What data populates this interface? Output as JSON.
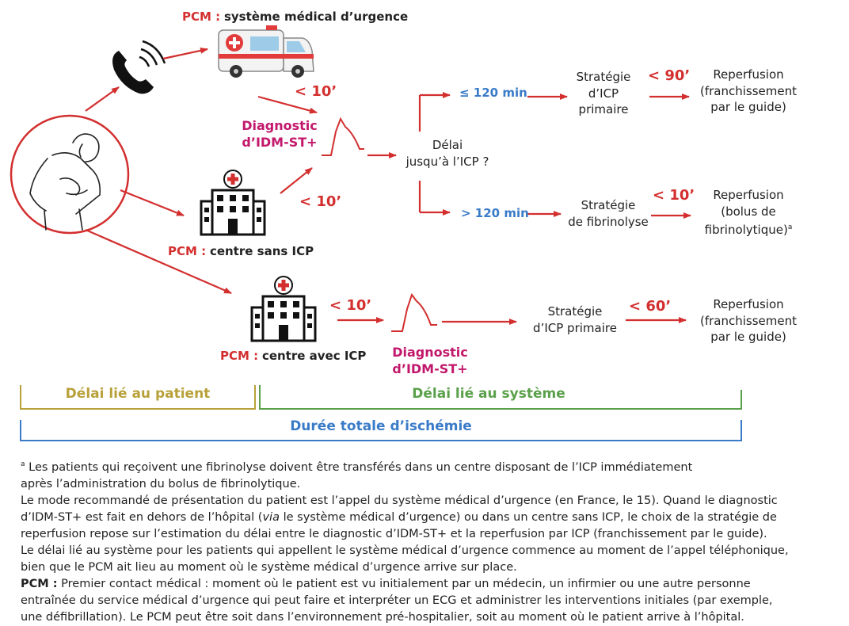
{
  "colors": {
    "red": "#d32f2f",
    "magenta": "#c2186b",
    "blue": "#3a7bc8",
    "olive": "#b8a13a",
    "green": "#5aa04a"
  },
  "pcm_labels": {
    "ems": {
      "prefix": "PCM :",
      "text": "système médical d’urgence"
    },
    "non_pci": {
      "prefix": "PCM :",
      "text": "centre sans ICP"
    },
    "pci": {
      "prefix": "PCM :",
      "text": "centre avec ICP"
    }
  },
  "diagnostic": {
    "line1": "Diagnostic",
    "line2": "d’IDM-ST+"
  },
  "delays": {
    "ems_to_diag": "< 10’",
    "nonpci_to_diag": "< 10’",
    "pci_to_diag": "< 10’",
    "icp_primary": "< 90’",
    "fibrinolysis": "< 10’",
    "pci_center_icp": "< 60’"
  },
  "decision": {
    "line1": "Délai",
    "line2": "jusqu’à l’ICP ?"
  },
  "branches": {
    "le120": "≤ 120 min",
    "gt120": "> 120 min"
  },
  "strategies": {
    "icp_primary": {
      "line1": "Stratégie",
      "line2": "d’ICP",
      "line3": "primaire"
    },
    "fibrinolysis": {
      "line1": "Stratégie",
      "line2": "de fibrinolyse"
    },
    "icp_primary_pci": {
      "line1": "Stratégie",
      "line2": "d’ICP primaire"
    }
  },
  "reperfusion": {
    "guide_top": {
      "line1": "Reperfusion",
      "line2": "(franchissement",
      "line3": "par le guide)"
    },
    "bolus": {
      "line1": "Reperfusion",
      "line2": "(bolus de",
      "line3": "fibrinolytique)",
      "sup": "a"
    },
    "guide_bottom": {
      "line1": "Reperfusion",
      "line2": "(franchissement",
      "line3": "par le guide)"
    }
  },
  "timeline": {
    "patient": "Délai lié au patient",
    "system": "Délai lié au système",
    "total": "Durée totale d’ischémie"
  },
  "footnotes": {
    "a_marker": "a",
    "a_text": " Les patients qui reçoivent une fibrinolyse doivent être transférés dans un centre disposant de l’ICP immédiatement",
    "a_text2": "après l’administration du bolus de fibrinolytique.",
    "p2a": "Le mode recommandé de présentation du patient est l’appel du système médical d’urgence (en France, le 15). Quand le diagnostic",
    "p2b_before": "d’IDM-ST+ est fait en dehors de l’hôpital (",
    "p2b_via": "via",
    "p2b_after": " le système médical d’urgence) ou dans un centre sans ICP, le choix de la stratégie de",
    "p2c": "reperfusion repose sur l’estimation du délai entre le diagnostic d’IDM-ST+ et la reperfusion par ICP (franchissement par le guide).",
    "p3a": "Le délai lié au système pour les patients qui appellent le système médical d’urgence commence au moment de l’appel téléphonique,",
    "p3b": "bien que le PCM ait lieu au moment où le système médical d’urgence arrive sur place.",
    "p4_bold": "PCM :",
    "p4a": " Premier contact médical : moment où le patient est vu initialement par un médecin, un infirmier ou une autre personne",
    "p4b": "entraînée du service médical d’urgence qui peut faire et interpréter un ECG et administrer les interventions initiales (par exemple,",
    "p4c": "une défibrillation). Le PCM peut être soit dans l’environnement pré-hospitalier, soit au moment où le patient arrive à l’hôpital."
  }
}
